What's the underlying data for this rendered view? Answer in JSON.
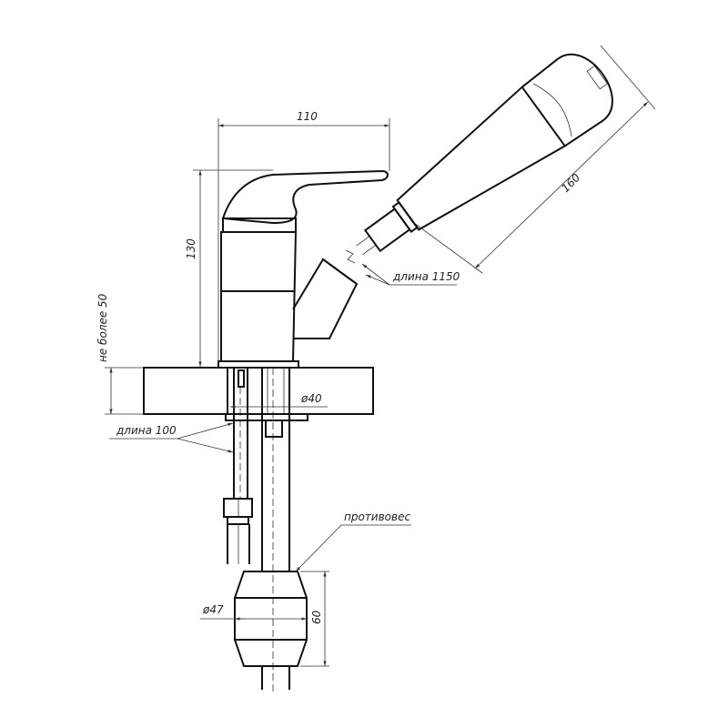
{
  "drawing": {
    "dimensions": {
      "width_110": "110",
      "height_130": "130",
      "shower_160": "160",
      "max_thickness": "не более 50",
      "diameter_hole": "ø40",
      "diameter_weight": "ø47",
      "weight_height": "60"
    },
    "callouts": {
      "hose_length_shower": "длина 1150",
      "hose_length_supply": "длина 100",
      "counterweight": "противовес"
    },
    "colors": {
      "line": "#111111",
      "background": "#ffffff"
    }
  }
}
